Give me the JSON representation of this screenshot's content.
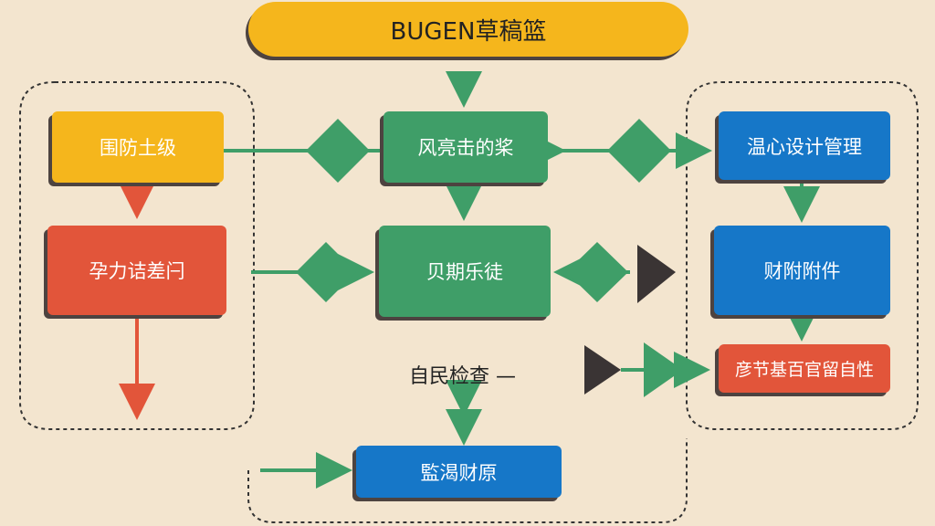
{
  "title": "BUGEN草稿篮",
  "left_group": {
    "box1": "围防土级",
    "box2": "孕力诘差闩"
  },
  "center_group": {
    "box1": "风亮击的桨",
    "box2": "贝期乐徒",
    "check_label": "自民检查 —",
    "bottom_box": "監渴财原"
  },
  "right_group": {
    "box1": "温心设计管理",
    "box2": "财附附件",
    "box3": "彦节基百官留自性"
  },
  "colors": {
    "yellow": "#f5b61c",
    "red": "#e2553a",
    "green": "#3f9e68",
    "blue": "#1677c8",
    "background": "#f3e5cf"
  }
}
